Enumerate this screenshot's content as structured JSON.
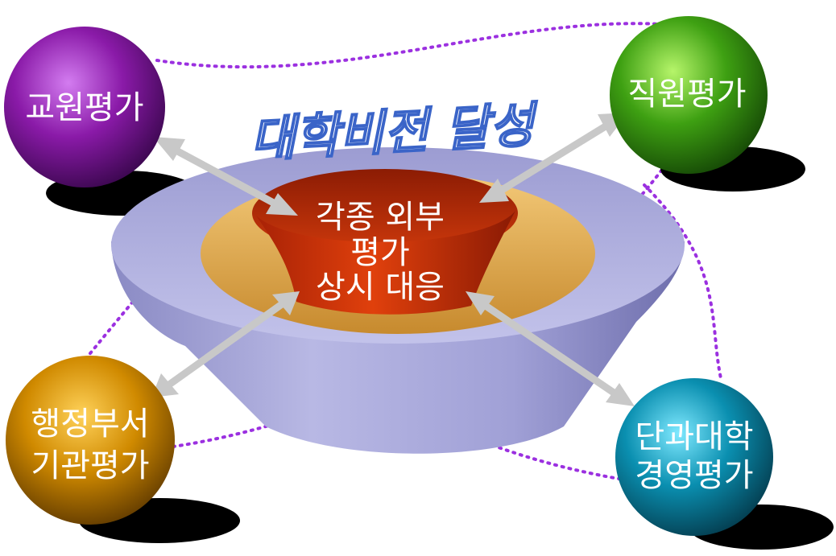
{
  "title": "대학비전 달성",
  "center": {
    "lines": [
      "각종 외부",
      "평가",
      "상시 대응"
    ]
  },
  "nodes": [
    {
      "id": "faculty",
      "lines": [
        "교원평가"
      ],
      "color": "#8a1aa8"
    },
    {
      "id": "staff",
      "lines": [
        "직원평가"
      ],
      "color": "#3ea012"
    },
    {
      "id": "admin",
      "lines": [
        "행정부서",
        "기관평가"
      ],
      "color": "#d08a00"
    },
    {
      "id": "college",
      "lines": [
        "단과대학",
        "경영평가"
      ],
      "color": "#0a8fb0"
    }
  ],
  "colors": {
    "dotted_link": "#9b30e0",
    "arrow": "#c8c8c8",
    "outer_bowl": "#a6a6d8",
    "middle_ring": "#e8b35a",
    "inner_core": "#c02a08",
    "title_outline": "#3a64c8",
    "shadow": "#000000"
  }
}
